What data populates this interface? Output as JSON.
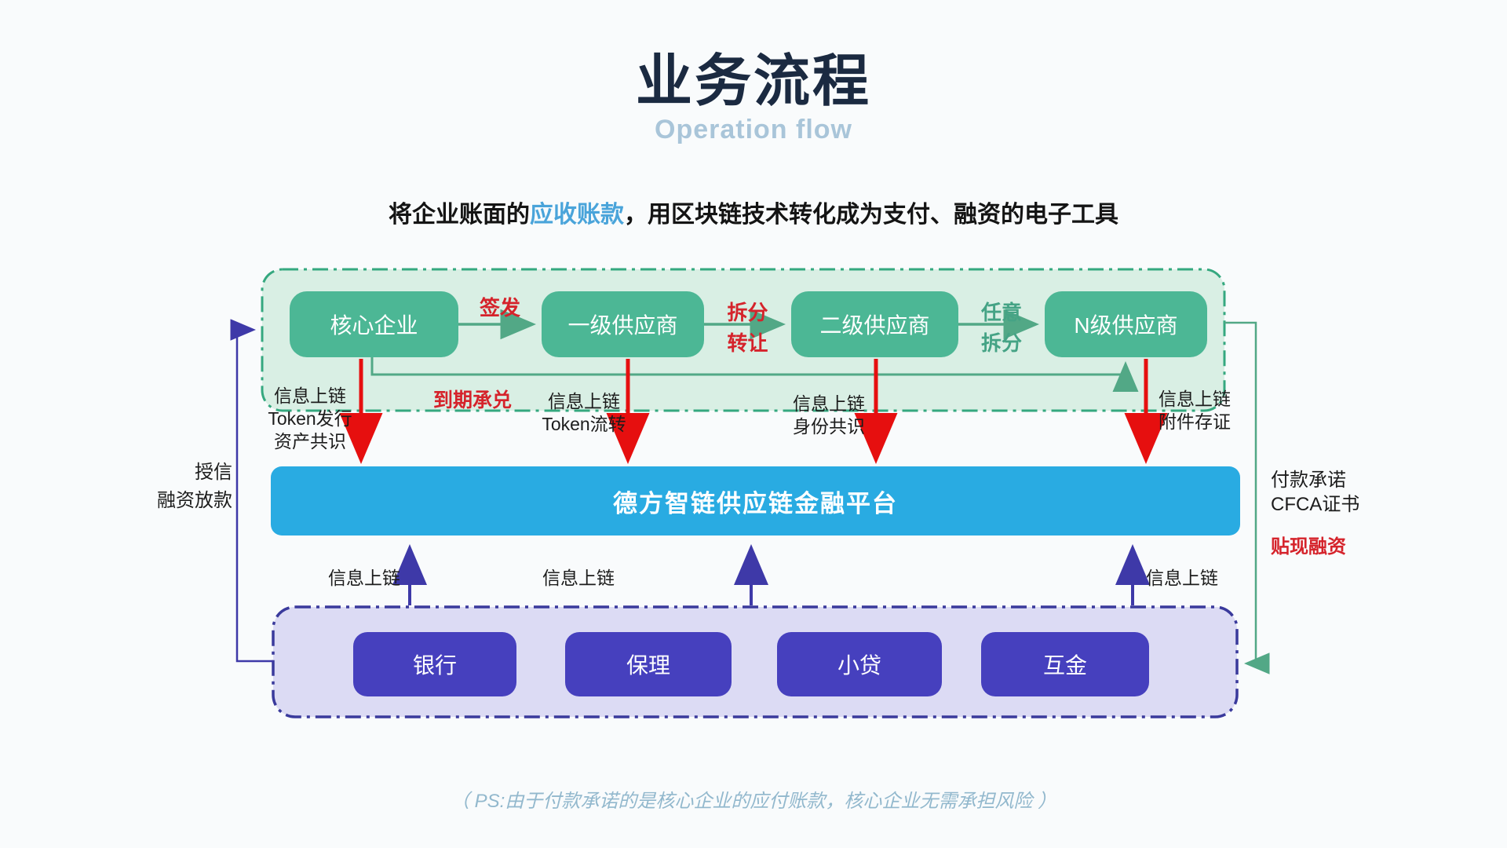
{
  "header": {
    "title": "业务流程",
    "subtitle": "Operation flow"
  },
  "intro": {
    "prefix": "将企业账面的",
    "highlight": "应收账款",
    "suffix": "，用区块链技术转化成为支付、融资的电子工具"
  },
  "chain": {
    "nodes": [
      "核心企业",
      "一级供应商",
      "二级供应商",
      "N级供应商"
    ],
    "edges": [
      {
        "line1": "签发",
        "line2": ""
      },
      {
        "line1": "拆分",
        "line2": "转让"
      },
      {
        "line1": "任意",
        "line2": "拆分"
      }
    ],
    "maturity_label": "到期承兑"
  },
  "uplink_labels": [
    {
      "line1": "信息上链",
      "line2": "Token发行",
      "line3": "资产共识"
    },
    {
      "line1": "信息上链",
      "line2": "Token流转"
    },
    {
      "line1": "信息上链",
      "line2": "身份共识"
    },
    {
      "line1": "信息上链",
      "line2": "附件存证"
    }
  ],
  "platform": {
    "name": "德方智链供应链金融平台"
  },
  "funder_uplink_labels": [
    "信息上链",
    "信息上链",
    "信息上链"
  ],
  "funders": [
    "银行",
    "保理",
    "小贷",
    "互金"
  ],
  "left_flow": {
    "line1": "授信",
    "line2": "融资放款"
  },
  "right_flow": {
    "line1": "付款承诺",
    "line2": "CFCA证书",
    "red_line": "贴现融资"
  },
  "footnote": "（ PS:由于付款承诺的是核心企业的应付账款，核心企业无需承担风险 ）",
  "colors": {
    "title_navy": "#1b2a41",
    "subtitle_blue": "#a9c5d9",
    "highlight_blue": "#4aa4da",
    "chain_box_green": "#4cb795",
    "chain_container_fill": "#d9efe4",
    "chain_container_border": "#35a87f",
    "arrow_green": "#52a886",
    "label_red": "#d5232b",
    "arrow_red": "#e60f0f",
    "platform_blue": "#29abe2",
    "funder_box_purple": "#4640be",
    "funder_container_fill": "#dcdbf4",
    "funder_container_border": "#3a3a9c",
    "arrow_indigo": "#3e39a8",
    "footnote_blue": "#92b8cd"
  }
}
